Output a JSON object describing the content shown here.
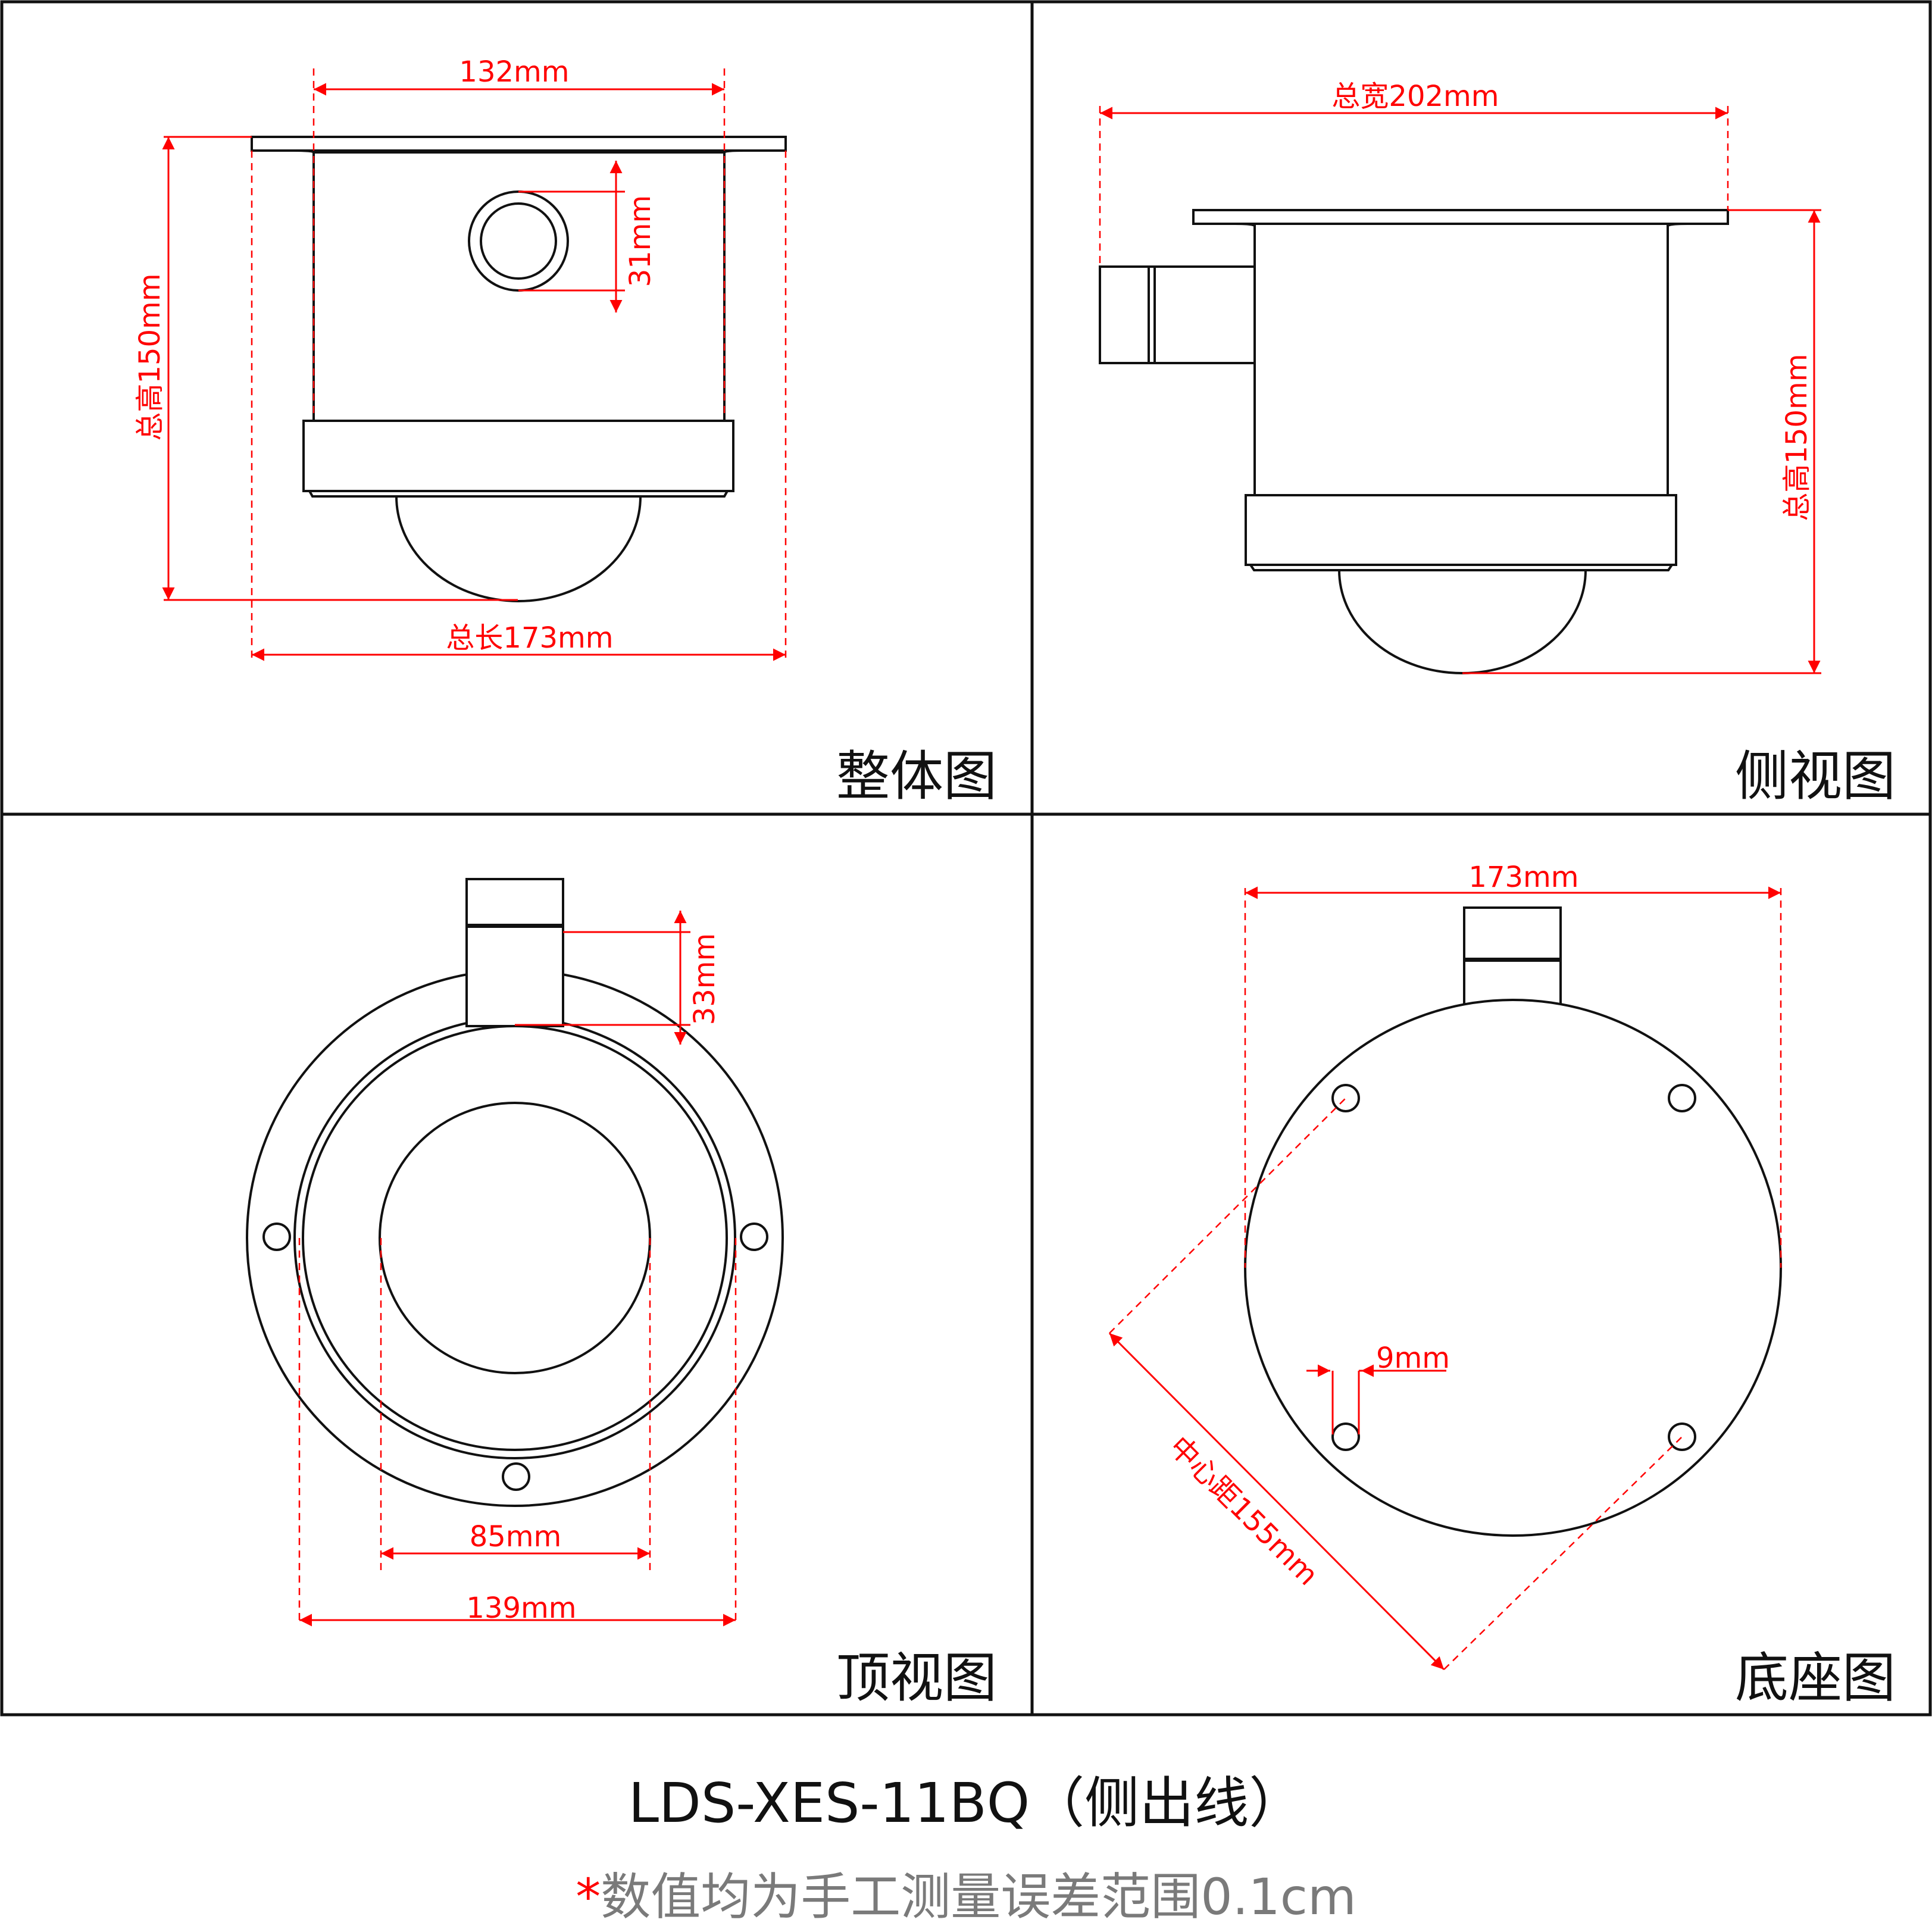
{
  "panels": {
    "overall": {
      "label": "整体图",
      "dims": {
        "width": "132mm",
        "port": "31mm",
        "height": "总高150mm",
        "length": "总长173mm"
      }
    },
    "side": {
      "label": "侧视图",
      "dims": {
        "width": "总宽202mm",
        "height": "总高150mm"
      }
    },
    "top": {
      "label": "顶视图",
      "dims": {
        "port": "33mm",
        "inner": "85mm",
        "outer": "139mm"
      }
    },
    "base": {
      "label": "底座图",
      "dims": {
        "width": "173mm",
        "hole": "9mm",
        "center": "中心距155mm"
      }
    }
  },
  "footer": {
    "model": "LDS-XES-11BQ（侧出线）",
    "note_star": "*",
    "note": "数值均为手工测量误差范围0.1cm"
  },
  "colors": {
    "dimension": "#ff0000",
    "outline": "#111111",
    "note": "#7a7a7a"
  }
}
